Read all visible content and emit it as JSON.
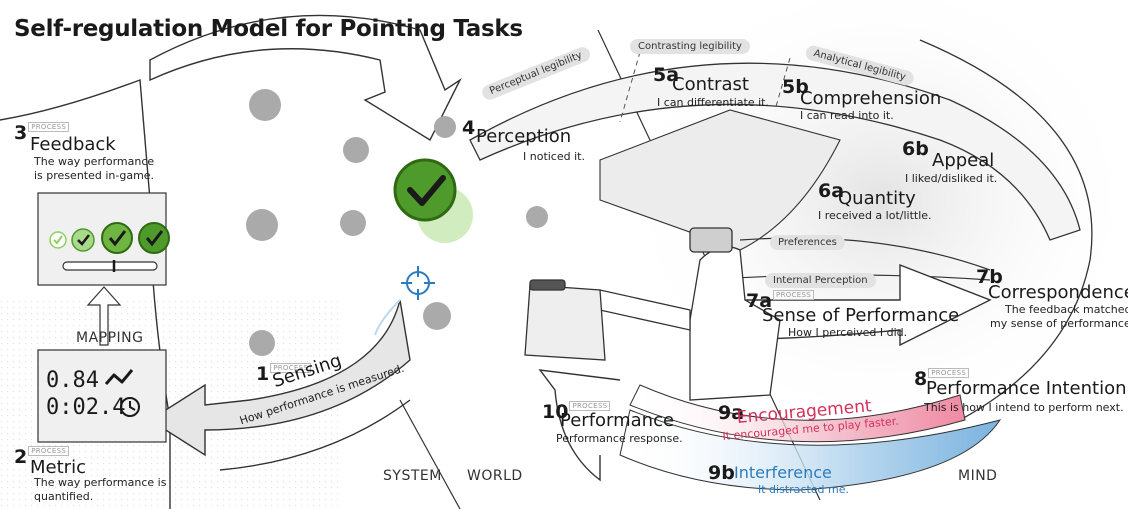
{
  "title": "Self-regulation Model for Pointing Tasks",
  "process_badge": "PROCESS",
  "sections": {
    "system": "SYSTEM",
    "world": "WORLD",
    "mind": "MIND",
    "mapping": "MAPPING"
  },
  "nodes": {
    "feedback": {
      "num": "3",
      "label": "Feedback",
      "desc1": "The way performance",
      "desc2": "is presented in-game."
    },
    "metric": {
      "num": "2",
      "label": "Metric",
      "desc1": "The way performance is",
      "desc2": "quantified."
    },
    "sensing": {
      "num": "1",
      "label": "Sensing",
      "desc": "How performance is measured."
    },
    "perception": {
      "num": "4",
      "label": "Perception",
      "desc": "I noticed it."
    },
    "contrast": {
      "num": "5a",
      "label": "Contrast",
      "desc": "I can differentiate it."
    },
    "comprehension": {
      "num": "5b",
      "label": "Comprehension",
      "desc": "I can read into it."
    },
    "appeal": {
      "num": "6b",
      "label": "Appeal",
      "desc": "I liked/disliked it."
    },
    "quantity": {
      "num": "6a",
      "label": "Quantity",
      "desc": "I received a lot/little."
    },
    "sense": {
      "num": "7a",
      "label": "Sense of Performance",
      "desc": "How I perceived I did."
    },
    "correspondence": {
      "num": "7b",
      "label": "Correspondence",
      "desc1": "The feedback matched",
      "desc2": "my sense of performance."
    },
    "intention": {
      "num": "8",
      "label": "Performance Intention",
      "desc": "This is how I intend to perform next."
    },
    "encouragement": {
      "num": "9a",
      "label": "Encouragement",
      "desc": "It encouraged me to play faster."
    },
    "interference": {
      "num": "9b",
      "label": "Interference",
      "desc": "It distracted me."
    },
    "performance": {
      "num": "10",
      "label": "Performance",
      "desc": "Performance response."
    }
  },
  "arc_labels": {
    "perceptual": "Perceptual legibility",
    "contrasting": "Contrasting legibility",
    "analytical": "Analytical legibility",
    "preferences": "Preferences",
    "internal": "Internal Perception"
  },
  "metric_display": {
    "accuracy": "0.84",
    "time": "0:02.4",
    "trend_icon": "trend-line-icon",
    "clock_icon": "clock-icon"
  },
  "colors": {
    "green": "#4e9a2a",
    "green_light": "#8fcf5f",
    "blue": "#2b7bbf",
    "pink": "#d2315a"
  }
}
